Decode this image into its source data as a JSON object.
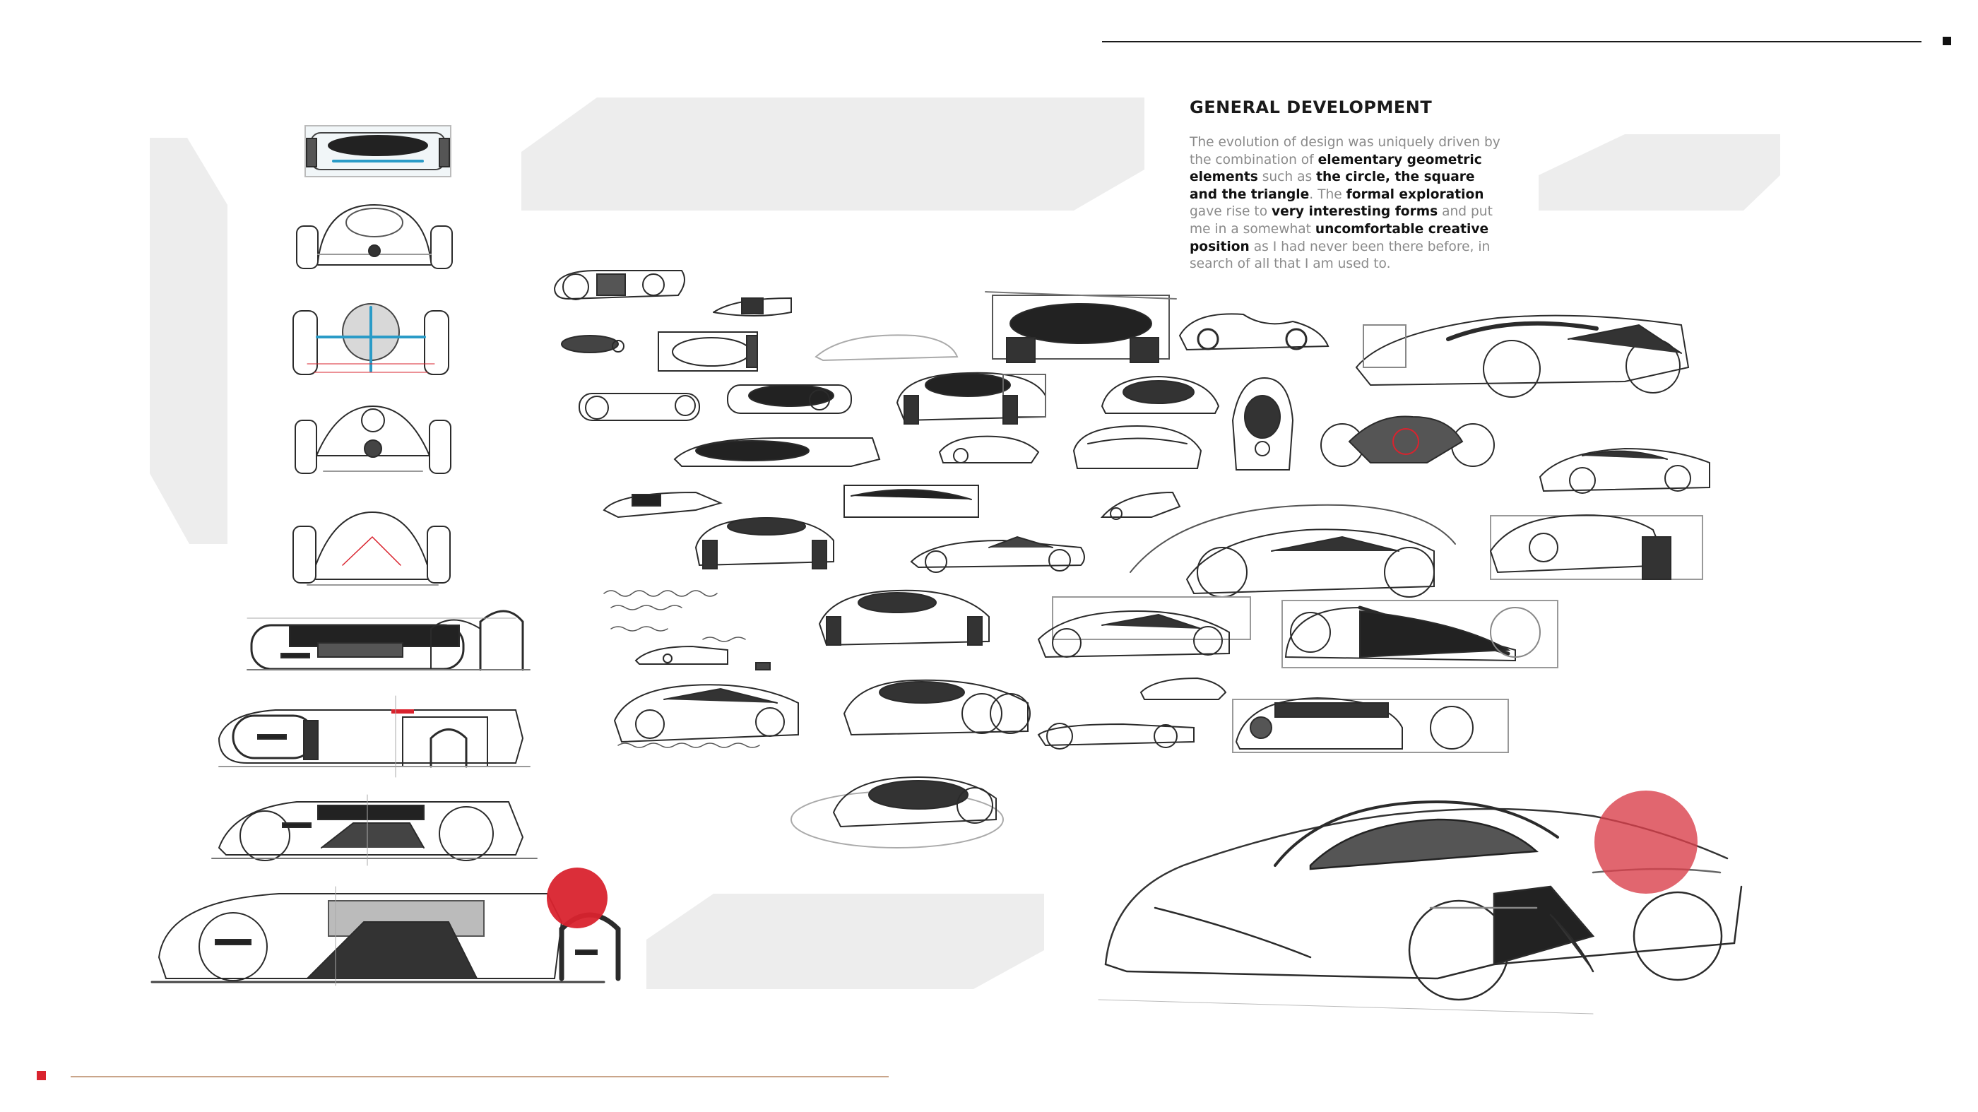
{
  "heading": "GENERAL DEVELOPMENT",
  "body_segments": [
    {
      "text": "The evolution of design was uniquely driven by the combination of ",
      "strong": false
    },
    {
      "text": "elementary geometric elements",
      "strong": true
    },
    {
      "text": " such as ",
      "strong": false
    },
    {
      "text": "the circle, the square and the triangle",
      "strong": true
    },
    {
      "text": ". The ",
      "strong": false
    },
    {
      "text": "formal exploration",
      "strong": true
    },
    {
      "text": " gave rise to ",
      "strong": false
    },
    {
      "text": "very interesting forms",
      "strong": true
    },
    {
      "text": " and put me in a somewhat ",
      "strong": false
    },
    {
      "text": "uncomfortable creative position",
      "strong": true
    },
    {
      "text": " as I had never been there before, in search of all that I am used to.",
      "strong": false
    }
  ],
  "colors": {
    "accent_red": "#d9232e",
    "accent_red_translucent": "#d9404b",
    "bottom_rule": "#c9a58a",
    "top_rule": "#1a1a1a",
    "panel_gray": "#ededed",
    "body_text_gray": "#8a8a8a",
    "sketch_blue": "#2a9bc7"
  }
}
